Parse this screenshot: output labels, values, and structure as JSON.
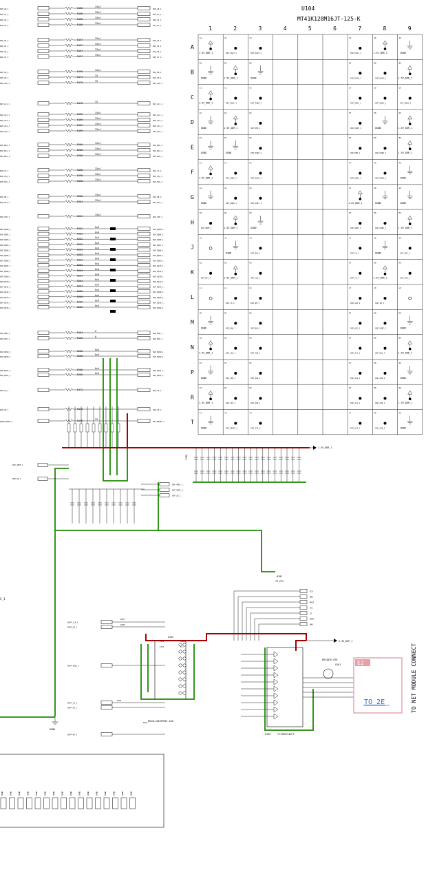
{
  "u104": {
    "ref": "U104",
    "part": "MT41K128M16JT-125-K",
    "cols": [
      "1",
      "2",
      "3",
      "4",
      "5",
      "6",
      "7",
      "8",
      "9"
    ],
    "rows": [
      "A",
      "B",
      "C",
      "D",
      "E",
      "F",
      "G",
      "H",
      "J",
      "K",
      "L",
      "M",
      "N",
      "P",
      "R",
      "T"
    ],
    "cells": [
      [
        "1.5V_DDR_1",
        "DSP_DQ13_1",
        "DSP_DQ15_1",
        "",
        "",
        "",
        "DSP_DQ11_1",
        "1.5V_DDR_1",
        "DGND"
      ],
      [
        "DGND",
        "1.5V_DDR_1",
        "DGND",
        "",
        "",
        "",
        "DSP_DQ10_1",
        "DSP_DQ14_1",
        "1.5V_DDR_1"
      ],
      [
        "1.5V_DDR_1",
        "DSP_DQ11_1",
        "DSP_DQ08_1",
        "",
        "",
        "",
        "DSP_DQS1_1",
        "DSP_DQS1_1",
        "DSP_DQ15_1"
      ],
      [
        "DGND",
        "1.5V_DDR_1",
        "DSP_DM1_1",
        "",
        "",
        "",
        "DSP_DQ08_1",
        "DGND",
        "1.5V_DDR_1"
      ],
      [
        "DGND",
        "DGND",
        "DSP_DQ00_1",
        "",
        "",
        "",
        "DSP_DM0_1",
        "DSP_DQ00_1",
        "1.5V_DDR_1"
      ],
      [
        "1.5V_DDR_1",
        "DSP_DQ02_1",
        "DSP_DQS0_1",
        "",
        "",
        "",
        "DSP_DQ01_1",
        "DSP_DQ03_1",
        "DGND"
      ],
      [
        "DGND",
        "DSP_DQ06_1",
        "DSP_DQ07_1",
        "",
        "",
        "",
        "1.5V_DDR_1",
        "DGND",
        "DGND"
      ],
      [
        "DSP_VREF_1",
        "1.5V_DDR_1",
        "DGND",
        "",
        "",
        "",
        "DSP_DQ07_1",
        "DSP_DQ05_1",
        "1.5V_DDR_1"
      ],
      [
        "",
        "DGND",
        "DSP_RAS_1",
        "",
        "",
        "",
        "DSP_CK_1",
        "DGND",
        "DSP_ODT_1"
      ],
      [
        "DSP_ODT_1",
        "1.5V_DDR_1",
        "DSP_CAS_1",
        "",
        "",
        "",
        "DSP_CK_1",
        "1.5V_DDR_1",
        "DSP_CKE_1"
      ],
      [
        "",
        "DSP_CS_1",
        "DSP_WE_1",
        "",
        "",
        "",
        "DSP_A10_1",
        "DSP_ZQ_1",
        ""
      ],
      [
        "DGND",
        "DSP_BA0_1",
        "DSP_BA2_1",
        "",
        "",
        "",
        "DSP_A15_1",
        "DSP_VREF_1",
        "DGND"
      ],
      [
        "1.5V_DDR_1",
        "DSP_A03_1",
        "DSP_A00_1",
        "",
        "",
        "",
        "DSP_A12_1",
        "DSP_BA1_1",
        "1.5V_DDR_1"
      ],
      [
        "DGND",
        "DSP_A05_1",
        "DSP_A02_1",
        "",
        "",
        "",
        "DSP_A01_1",
        "DSP_A04_1",
        "DGND"
      ],
      [
        "1.5V_DDR_1",
        "DSP_A07_1",
        "DSP_A09_1",
        "",
        "",
        "",
        "DSP_A11_1",
        "DSP_A06_1",
        "1.5V_DDR_1"
      ],
      [
        "DGND",
        "DSP_RESET_1",
        "DSP_A13_1",
        "",
        "",
        "",
        "DSP_A14_1",
        "DSP_A08_1",
        "DGND"
      ]
    ]
  },
  "series_resistors": [
    {
      "left": "DSP_A0_1",
      "ref": "R196",
      "val": "33x4",
      "right": "DSP_A0_1."
    },
    {
      "left": "DSP_A1_1",
      "ref": "R196",
      "val": "33x4",
      "right": "DSP_A1_1."
    },
    {
      "left": "DSP_A2_1",
      "ref": "R196",
      "val": "33x4",
      "right": "DSP_A2_1."
    },
    {
      "left": "DSP_A3_1",
      "ref": "R196",
      "val": "33x4",
      "right": "DSP_A3_1."
    },
    {
      "left": "DSP_A4_1",
      "ref": "R197",
      "val": "33x4",
      "right": "DSP_A4_1."
    },
    {
      "left": "DSP_A5_1",
      "ref": "R197",
      "val": "33x4",
      "right": "DSP_A5_1."
    },
    {
      "left": "DSP_A6_1",
      "ref": "R197",
      "val": "33x4",
      "right": "DSP_A6_1."
    },
    {
      "left": "DSP_A7_1",
      "ref": "R197",
      "val": "33x4",
      "right": "DSP_A7_1."
    },
    {
      "left": "DSP_A8_1",
      "ref": "R198",
      "val": "33x4",
      "right": "DSP_A8_1."
    },
    {
      "left": "DSP_A9_1",
      "ref": "R174",
      "val": "33",
      "right": "DSP_A9_1."
    },
    {
      "left": "DSP_A10_1",
      "ref": "R175",
      "val": "33",
      "right": "DSP_A10_1."
    },
    {
      "left": "DSP_A11_1",
      "ref": "R176",
      "val": "33",
      "right": "DSP_A11_1."
    },
    {
      "left": "DSP_A12_1",
      "ref": "R199",
      "val": "33x4",
      "right": "DSP_A12_1."
    },
    {
      "left": "DSP_A13_1",
      "ref": "R199",
      "val": "33x4",
      "right": "DSP_A13_1."
    },
    {
      "left": "DSP_A14_1",
      "ref": "R199",
      "val": "33x4",
      "right": "DSP_A14_1."
    },
    {
      "left": "DSP_A15_1",
      "ref": "R199",
      "val": "33x4",
      "right": "DSP_A15_1."
    },
    {
      "left": "DSP_BA0_1",
      "ref": "R200",
      "val": "33x4",
      "right": "DSP_BA0_1."
    },
    {
      "left": "DSP_BA1_1",
      "ref": "R200",
      "val": "33x4",
      "right": "DSP_BA1_1."
    },
    {
      "left": "DSP_BA2_1",
      "ref": "R200",
      "val": "33x4",
      "right": "DSP_BA2_1."
    },
    {
      "left": "DSP_CS_1",
      "ref": "R198",
      "val": "33x4",
      "right": "DSP_CS_1."
    },
    {
      "left": "DSP_CAS_1",
      "ref": "R198",
      "val": "33x4",
      "right": "DSP_CAS_1."
    },
    {
      "left": "DSP_RAS_1",
      "ref": "R198",
      "val": "33x4",
      "right": "DSP_RAS_1."
    },
    {
      "left": "DSP_WE_1",
      "ref": "R200",
      "val": "33x4",
      "right": "DSP_WE_1."
    },
    {
      "left": "DSP_ODT_1",
      "ref": "R201",
      "val": "33x4",
      "right": "DSP_ODT_1."
    },
    {
      "left": "DSP_CKE_1",
      "ref": "R201",
      "val": "33x4",
      "right": "DSP_CKE_1."
    }
  ],
  "dq_nets": [
    {
      "left": "DSP_DQ00_1",
      "ref": "R202",
      "val": "0x4",
      "right": "DSP_DQ04_1."
    },
    {
      "left": "DSP_DQ01_1",
      "ref": "R202",
      "val": "0x4",
      "right": "DSP_DQ06_1."
    },
    {
      "left": "DSP_DQ02_1",
      "ref": "R202",
      "val": "0x4",
      "right": "DSP_DQ05_1."
    },
    {
      "left": "DSP_DQ03_1",
      "ref": "R202",
      "val": "0x4",
      "right": "DSP_DQ07_1."
    },
    {
      "left": "DSP_DQ04_1",
      "ref": "R203",
      "val": "0x4",
      "right": "DSP_DQ00_1."
    },
    {
      "left": "DSP_DQ05_1",
      "ref": "R203",
      "val": "0x4",
      "right": "DSP_DQ01_1."
    },
    {
      "left": "DSP_DQ06_1",
      "ref": "R203",
      "val": "0x4",
      "right": "DSP_DQ03_1."
    },
    {
      "left": "DSP_DQ07_1",
      "ref": "R203",
      "val": "0x4",
      "right": "DSP_DQ13_1."
    },
    {
      "left": "DSP_DQ08_1",
      "ref": "R204",
      "val": "0x4",
      "right": "DSP_DQ14_1."
    },
    {
      "left": "DSP_DQ09_1",
      "ref": "R204",
      "val": "0x4",
      "right": "DSP_DQ10_1."
    },
    {
      "left": "DSP_DQ10_1",
      "ref": "R204",
      "val": "0x4",
      "right": "DSP_DQ12_1."
    },
    {
      "left": "DSP_DQ11_1",
      "ref": "R204",
      "val": "0x4",
      "right": "DSP_DQ11_1."
    },
    {
      "left": "DSP_DQ12_1",
      "ref": "R205",
      "val": "0x4",
      "right": "DSP_DQ08_1."
    },
    {
      "left": "DSP_DQ13_1",
      "ref": "R205",
      "val": "0x4",
      "right": "DSP_DQ09_1."
    },
    {
      "left": "DSP_DQ14_1",
      "ref": "R205",
      "val": "0x4",
      "right": "DSP_DQ15_1."
    },
    {
      "left": "DSP_DQ15_1",
      "ref": "R205",
      "val": "0x4",
      "right": "DSP_DQ02_1."
    }
  ],
  "misc_nets": [
    {
      "left": "DSP_DM0_1",
      "ref": "R184",
      "val": "0",
      "right": "DSP_DM0_1."
    },
    {
      "left": "DSP_DM1_1",
      "ref": "R185",
      "val": "0",
      "right": "DSP_DM1_1."
    },
    {
      "left": "DSP_DQS0_1",
      "ref": "R206",
      "val": "0x4",
      "right": "DSP_DQS0_1."
    },
    {
      "left": "DSP_DQS0_1",
      "ref": "R206",
      "val": "0x4",
      "right": "DSP_DQS0_1."
    },
    {
      "left": "DSP_DQS1_1",
      "ref": "R206",
      "val": "0x4",
      "right": "DSP_DQS1_1."
    },
    {
      "left": "DSP_DQS1_1",
      "ref": "R206",
      "val": "0x4",
      "right": "DSP_DQS1_1."
    },
    {
      "left": "DSP_CK_1",
      "ref": "R172",
      "val": "",
      "right": "DSP_CK_1."
    },
    {
      "left": "DSP_CK_1",
      "ref": "R173",
      "val": "",
      "right": "DSP_CK_1."
    },
    {
      "left": "DSPM_RESET_1",
      "ref": "R178",
      "val": "33",
      "right": "DSP_RESET_1"
    }
  ],
  "power": {
    "ddr_rail": "1.5V_DDR_1",
    "dsp_rail": "3.3V_DSP_1",
    "gnd": "DGND",
    "vref_in": "DSP_VREF_1",
    "zq_in": "DSP_ZQ_1",
    "vref_out": [
      "DSP_VREF_1.",
      "DSP_VREF_1.",
      "DSP_ZQ_1."
    ],
    "cap_caption": "C180"
  },
  "flash": {
    "ref": "U103",
    "part": "MX25L12835FM2I-10G",
    "inputs": [
      "DSPF_CLK_1",
      "DSPF_DI_1",
      "DSPF_HOLD_1",
      "DSPF_CS_1",
      "DSPF_DO_1",
      "DSPF_WP_1"
    ],
    "labels": [
      "R187",
      "R188",
      "R209",
      "R210",
      "C176",
      "C175",
      "1000P",
      "0.1"
    ]
  },
  "connector": {
    "ref": "N102",
    "part": "7P-FPC",
    "pins": [
      "SCK",
      "GND",
      "MOSI",
      "VCC",
      "CS",
      "MISO",
      "GND"
    ]
  },
  "buffer": {
    "ref": "U105",
    "part": "TC74VHC244FT"
  },
  "transistor": {
    "ref": "Q101",
    "part": "KRC402E-RTK"
  },
  "module_nets": [
    "DSPI_WRITE",
    "DSP_SF_CK_WR",
    "DSP_SF_SI_WR",
    "DSP_SF_CS_WR",
    "DSPI_SF_SO_WR"
  ],
  "module_tag": "E2",
  "module_link": "TO 2E",
  "module_caption": "TO NET MODULE CONNECT",
  "bottom_box_labels": [
    "DGND",
    "DGND",
    "DGND",
    "DGND",
    "DGND",
    "DGND",
    "DGND",
    "DGND",
    "DGND",
    "DGND",
    "DGND",
    "DGND",
    "DGND",
    "DGND",
    "DGND",
    "DGND"
  ],
  "edge_label": "C_1",
  "colors": {
    "gnd_trace": "#1a8a00",
    "power_trace": "#a40000",
    "link": "#3a6fd8",
    "tag_bg": "#e8a0a8"
  }
}
